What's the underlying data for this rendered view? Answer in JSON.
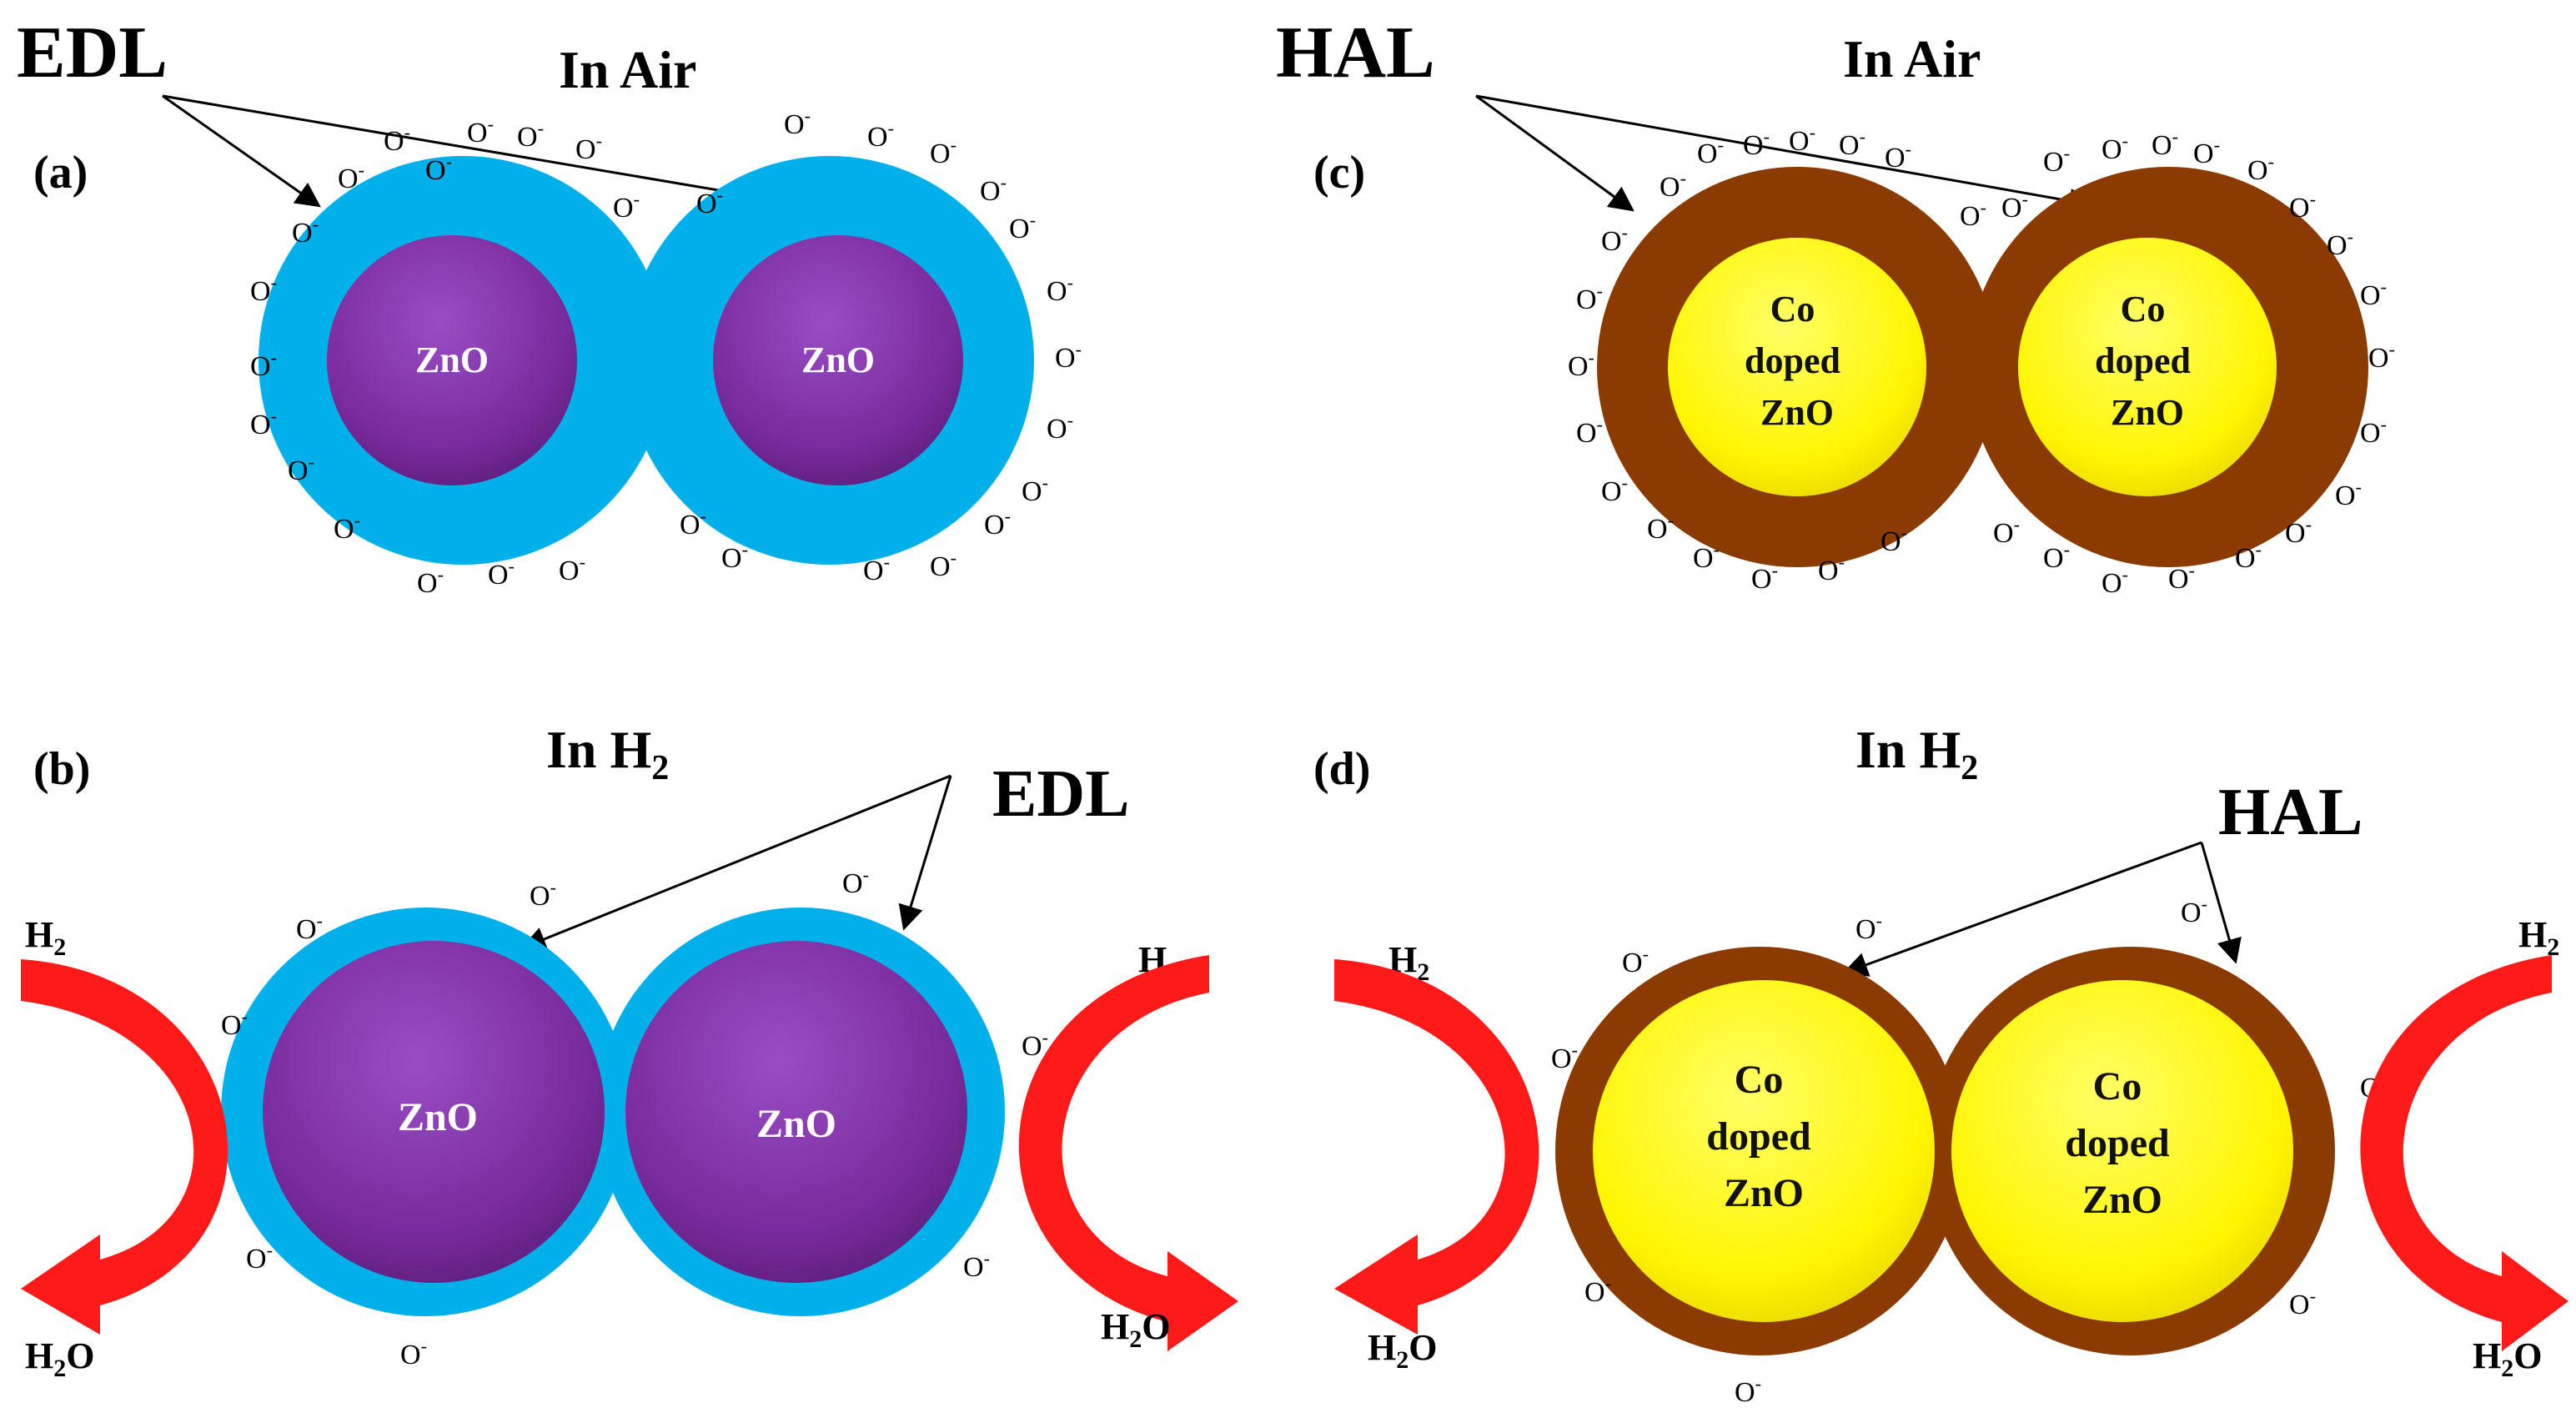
{
  "colors": {
    "edl_shell": "#00B0EB",
    "zno_core": "#7A2C9E",
    "hal_shell": "#8B3A00",
    "co_core": "#FFFF10",
    "arrow_red": "#FF1A1A"
  },
  "panels": {
    "a": {
      "label": "(a)",
      "title": "In Air",
      "layer_label": "EDL",
      "core_label": "ZnO"
    },
    "b": {
      "label": "(b)",
      "title_main": "In H",
      "title_sub": "2",
      "layer_label": "EDL",
      "core_label": "ZnO",
      "gas_in": "H",
      "gas_in_sub": "2",
      "gas_out": "H",
      "gas_out_sub": "2",
      "gas_out_tail": "O"
    },
    "c": {
      "label": "(c)",
      "title": "In Air",
      "layer_label": "HAL",
      "core_lines": [
        "Co",
        "doped",
        "ZnO"
      ]
    },
    "d": {
      "label": "(d)",
      "title_main": "In H",
      "title_sub": "2",
      "layer_label": "HAL",
      "core_lines": [
        "Co",
        "doped",
        "ZnO"
      ],
      "gas_in": "H",
      "gas_in_sub": "2",
      "gas_out": "H",
      "gas_out_sub": "2",
      "gas_out_tail": "O"
    }
  },
  "ion": {
    "base": "O",
    "charge": "-"
  }
}
